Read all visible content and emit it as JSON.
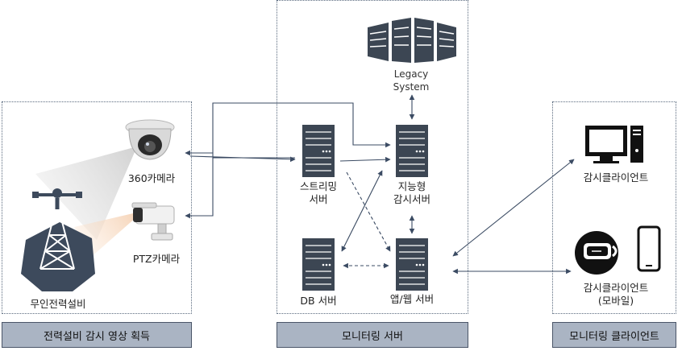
{
  "panels": {
    "acquisition_footer": "전력설비 감시 영상 획득",
    "server_footer": "모니터링 서버",
    "client_footer": "모니터링 클라이언트"
  },
  "nodes": {
    "camera_360": "360카메라",
    "camera_ptz": "PTZ카메라",
    "power_facility": "무인전력설비",
    "legacy_line1": "Legacy",
    "legacy_line2": "System",
    "streaming_line1": "스트리밍",
    "streaming_line2": "서버",
    "intelligent_line1": "지능형",
    "intelligent_line2": "감시서버",
    "db_server": "DB 서버",
    "app_web_server": "앱/웹 서버",
    "client_pc": "감시클라이언트",
    "client_mobile_line1": "감시클라이언트",
    "client_mobile_line2": "(모바일)"
  },
  "colors": {
    "arrow": "#3b4b63",
    "panel_footer": "#aab4c3",
    "server_dark": "#3c4653"
  }
}
